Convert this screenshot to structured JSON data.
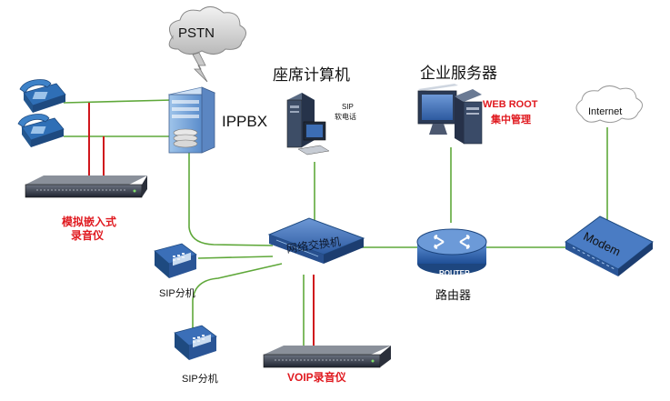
{
  "labels": {
    "pstn": "PSTN",
    "ippbx": "IPPBX",
    "agent_pc": "座席计算机",
    "sip_softphone_1": "SIP",
    "sip_softphone_2": "软电话",
    "enterprise_server": "企业服务器",
    "web_root_1": "WEB ROOT",
    "web_root_2": "集中管理",
    "internet": "Internet",
    "analog_recorder_1": "模拟嵌入式",
    "analog_recorder_2": "录音仪",
    "network_switch": "网络交换机",
    "router_text": "ROUTER",
    "router_caption": "路由器",
    "modem": "Modem",
    "sip_ext_1": "SIP分机",
    "sip_ext_2": "SIP分机",
    "voip_recorder": "VOIP录音仪"
  },
  "colors": {
    "connection_line": "#5fa83a",
    "recording_tap": "#d0161c",
    "highlight_text": "#e0191f",
    "device_blue": "#3f6fb8",
    "device_dark": "#2a3140"
  },
  "icons": {
    "pstn": "cloud-icon",
    "lightning": "lightning-bolt-icon",
    "ippbx": "server-tower-icon",
    "analog_phone": "desk-phone-icon",
    "agent_pc": "desktop-computer-icon",
    "server": "monitor-workstation-icon",
    "internet": "cloud-icon",
    "switch": "network-switch-icon",
    "router": "router-icon",
    "modem": "modem-icon",
    "recorder": "rack-recorder-icon",
    "sip_phone": "ip-phone-icon"
  }
}
